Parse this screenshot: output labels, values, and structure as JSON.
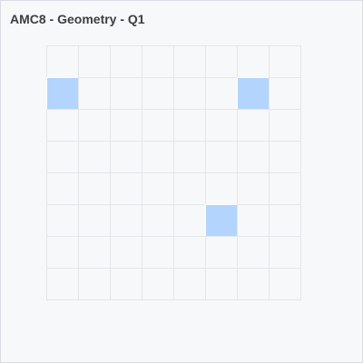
{
  "header": {
    "title": "AMC8 - Geometry - Q1"
  },
  "grid": {
    "rows": 8,
    "cols": 8,
    "filled_cells": [
      {
        "row": 1,
        "col": 0
      },
      {
        "row": 1,
        "col": 6
      },
      {
        "row": 5,
        "col": 5
      }
    ]
  },
  "colors": {
    "background": "#f7f8fa",
    "grid_line": "#e3e6ea",
    "filled_cell": "#b3d4fc",
    "title_text": "#3b3f45"
  }
}
